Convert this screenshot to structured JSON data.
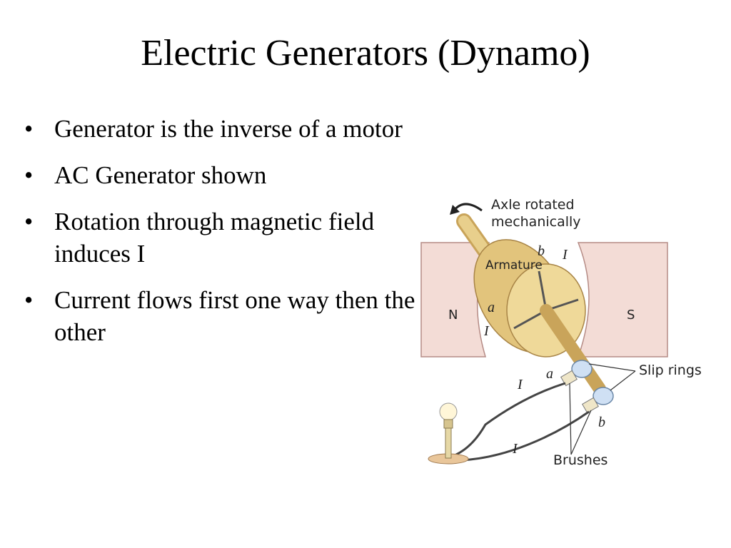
{
  "slide": {
    "title": "Electric Generators (Dynamo)",
    "bullet_symbol": "•",
    "bullets": [
      "Generator is the inverse of a motor",
      "AC Generator shown",
      "Rotation through magnetic field induces I",
      "Current flows first one way then the other"
    ]
  },
  "figure": {
    "axle_line1": "Axle rotated",
    "axle_line2": "mechanically",
    "armature": "Armature",
    "north": "N",
    "south": "S",
    "slip_rings": "Slip rings",
    "brushes": "Brushes",
    "a": "a",
    "b": "b",
    "current": "I"
  },
  "colors": {
    "magnet": "#f3dcd6",
    "armature": "#e8cf8c",
    "armature_dark": "#c9a45a",
    "ring": "#cfe0f4",
    "wire": "#444444"
  }
}
